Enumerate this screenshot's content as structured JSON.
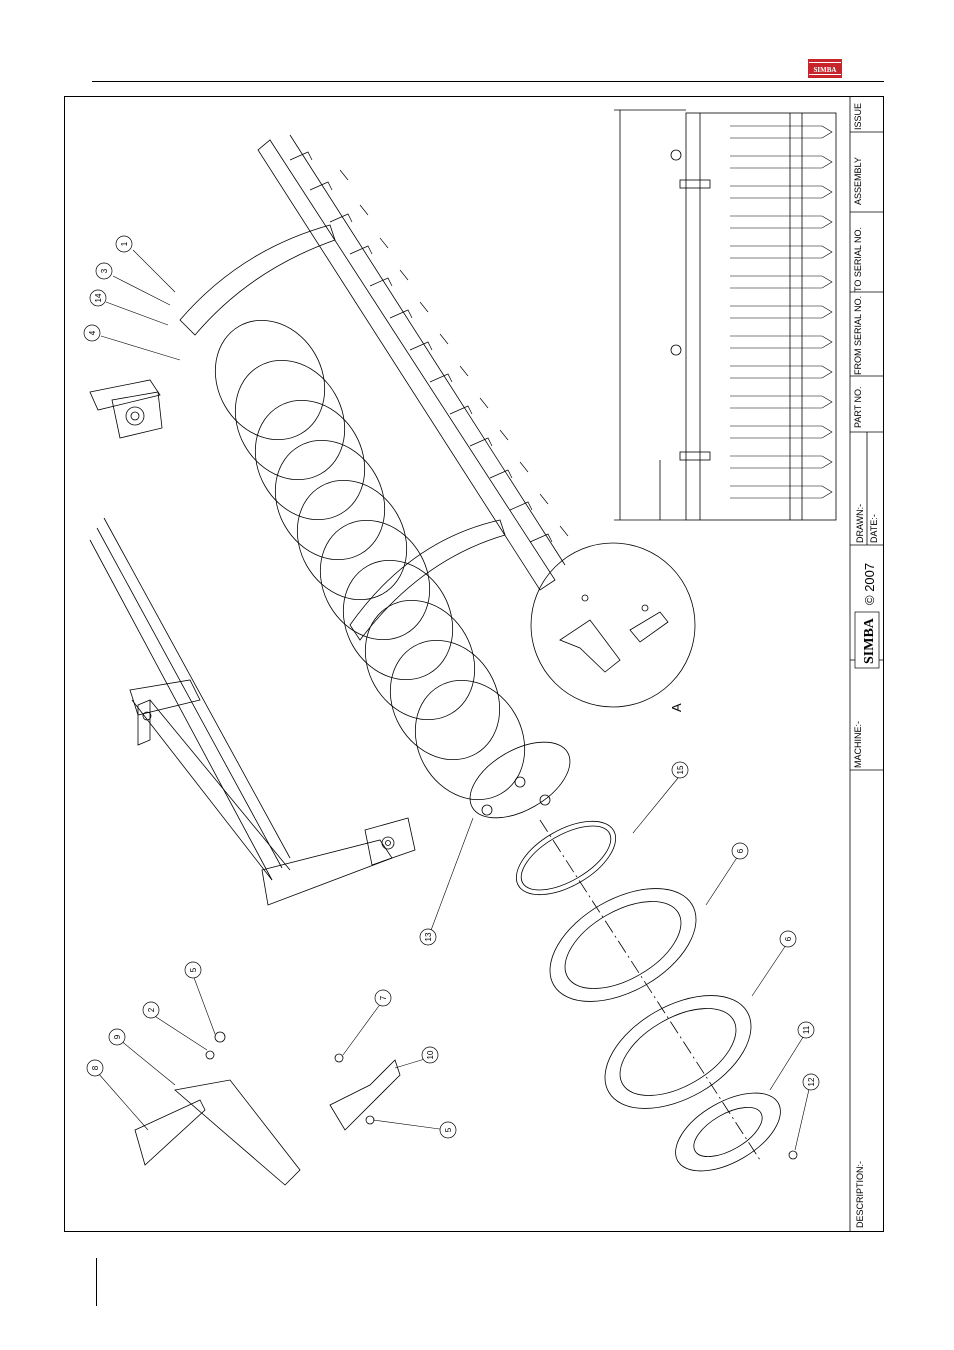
{
  "brand": {
    "logo_text": "SIMBA"
  },
  "title_block": {
    "issue_label": "ISSUE",
    "assembly_label": "ASSEMBLY",
    "to_serial_label": "TO SERIAL NO.",
    "from_serial_label": "FROM SERIAL NO.",
    "part_no_label": "PART NO.",
    "drawn_label": "DRAWN:-",
    "date_label": "DATE:-",
    "copyright_text": "© 2007",
    "logo_text": "SIMBA",
    "machine_label": "MACHINE:-",
    "description_label": "DESCRIPTION:-"
  },
  "detail_view": {
    "label": "A"
  },
  "part_callouts": [
    "1",
    "3",
    "14",
    "4",
    "15",
    "6",
    "6",
    "13",
    "5",
    "2",
    "9",
    "8",
    "7",
    "10",
    "5",
    "11",
    "12"
  ]
}
